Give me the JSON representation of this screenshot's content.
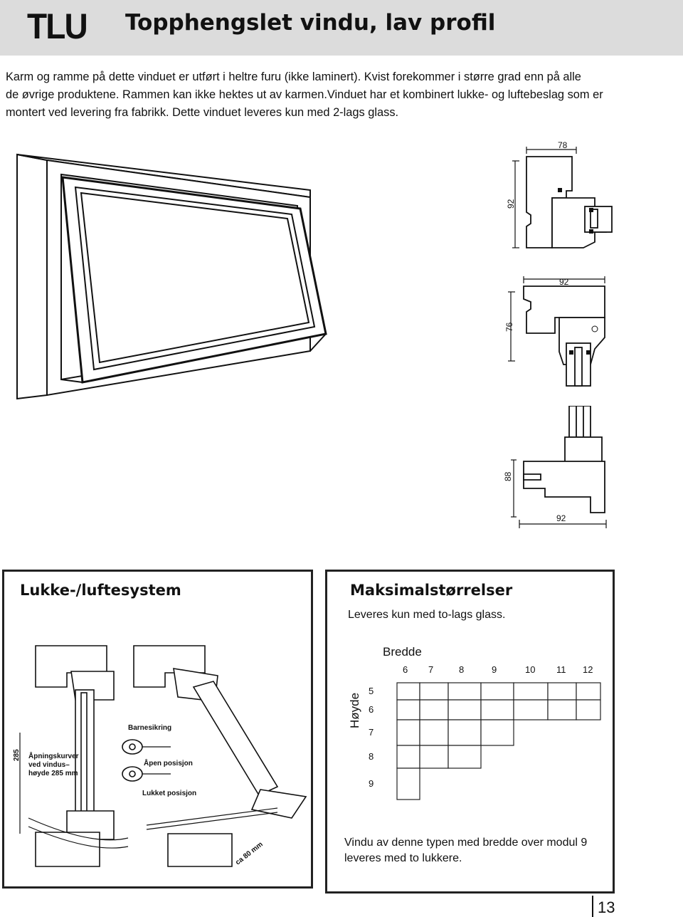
{
  "header": {
    "logo": "TLU",
    "title": "Topphengslet vindu, lav profil"
  },
  "intro": {
    "line1": "Karm og ramme på dette vinduet er utført i heltre furu (ikke laminert). Kvist forekommer i større grad enn på alle",
    "line2": "de øvrige produktene. Rammen kan ikke hektes ut av karmen.Vinduet har et kombinert lukke- og luftebeslag som er",
    "line3": "montert ved levering fra fabrikk. Dette vinduet leveres kun med 2-lags glass."
  },
  "profiles": {
    "top": {
      "width": "78",
      "height": "92"
    },
    "middle": {
      "width": "92",
      "height": "76"
    },
    "bottom": {
      "height": "88",
      "width": "92"
    }
  },
  "lukke": {
    "title": "Lukke-/luftesystem",
    "height_dim": "285",
    "curve_label_1": "Åpningskurver",
    "curve_label_2": "ved vindus–",
    "curve_label_3": "høyde 285 mm",
    "child_lock": "Barnesikring",
    "open_pos": "Åpen posisjon",
    "closed_pos": "Lukket posisjon",
    "opening": "ca 80 mm"
  },
  "maks": {
    "title": "Maksimalstørrelser",
    "subtitle": "Leveres kun med to-lags glass.",
    "width_label": "Bredde",
    "height_label": "Høyde",
    "width_modules": [
      "6",
      "7",
      "8",
      "9",
      "10",
      "11",
      "12"
    ],
    "height_modules": [
      "5",
      "6",
      "7",
      "8",
      "9"
    ],
    "available_columns_per_row": [
      7,
      7,
      4,
      3,
      1
    ],
    "note_line1": "Vindu av denne typen med bredde over modul 9",
    "note_line2": "leveres med to lukkere."
  },
  "page_number": "13"
}
